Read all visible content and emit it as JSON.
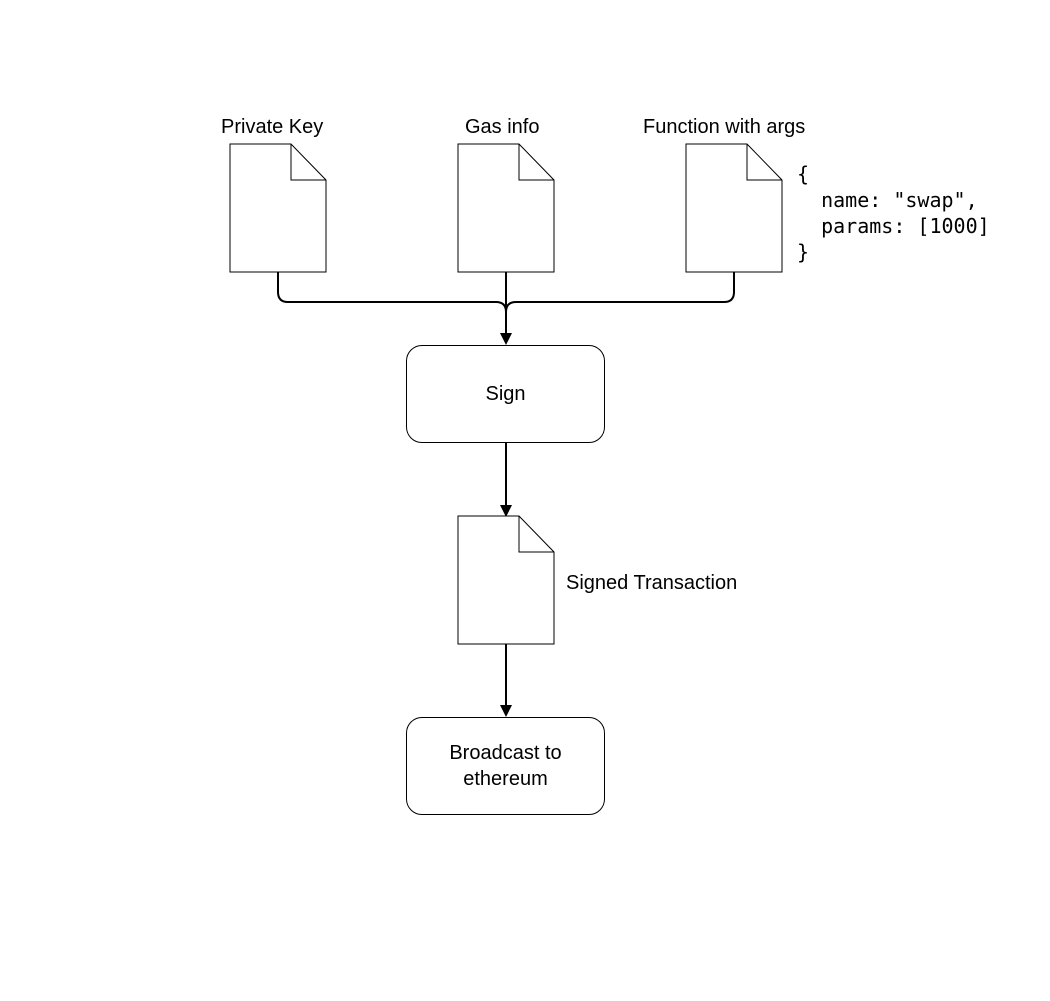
{
  "documents": {
    "private_key": {
      "label": "Private Key"
    },
    "gas_info": {
      "label": "Gas info"
    },
    "function_args": {
      "label": "Function with args"
    },
    "signed_tx": {
      "label": "Signed Transaction"
    }
  },
  "code_snippet": {
    "line1": "{",
    "line2": "  name: \"swap\",",
    "line3": "  params: [1000]",
    "line4": "}"
  },
  "process": {
    "sign": {
      "label": "Sign"
    },
    "broadcast": {
      "label": "Broadcast to\nethereum"
    }
  },
  "colors": {
    "stroke": "#000000",
    "background": "#ffffff"
  }
}
